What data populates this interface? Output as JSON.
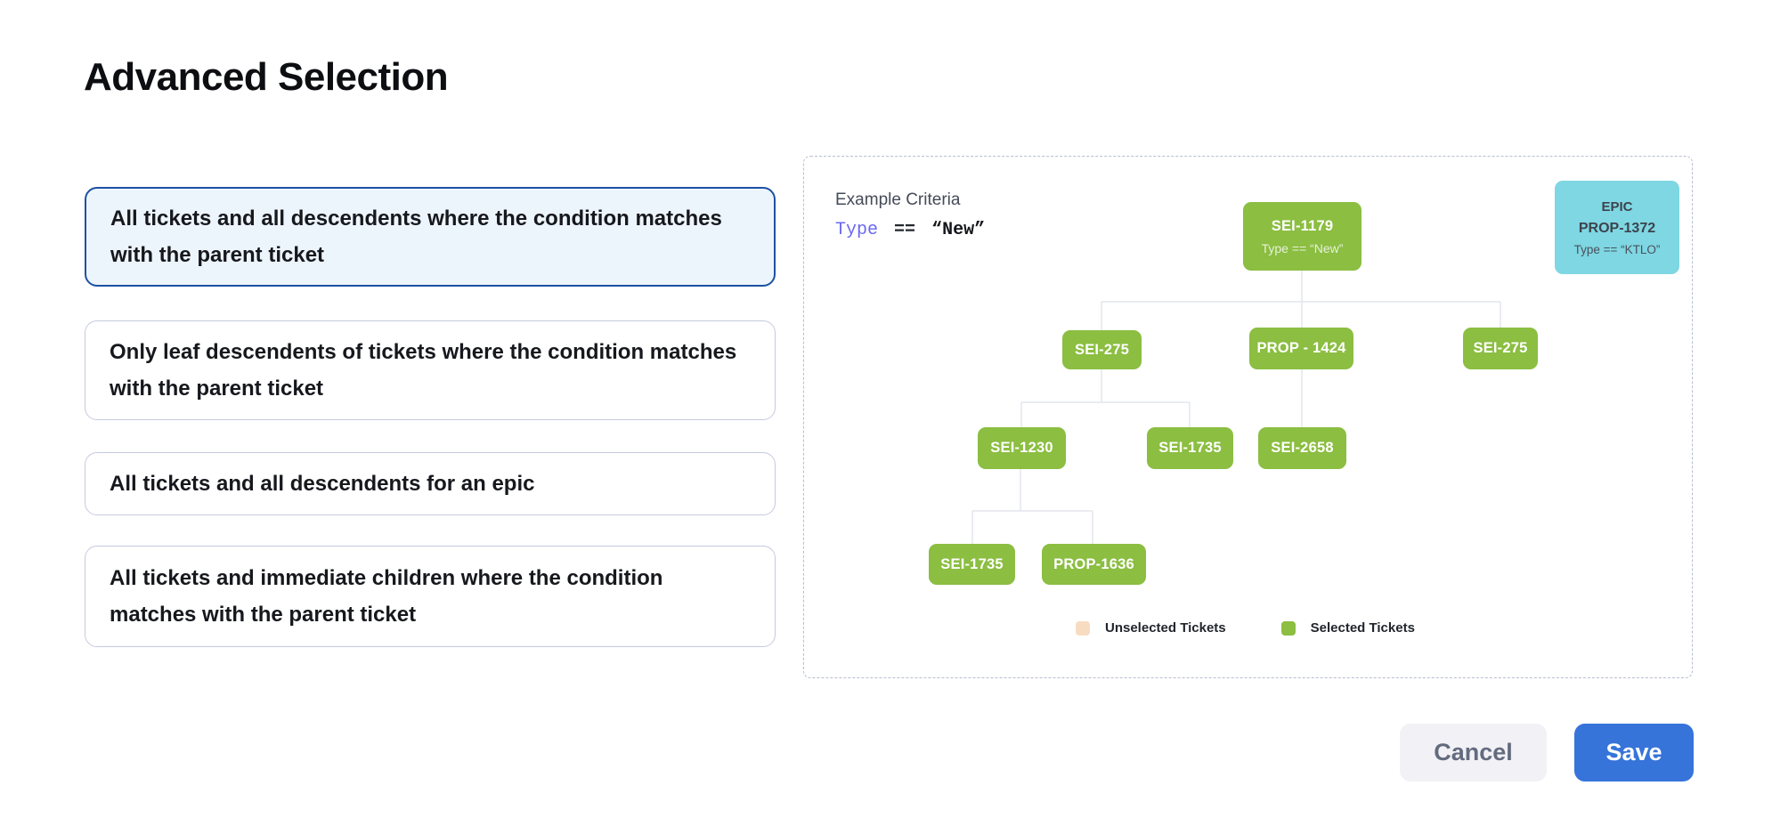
{
  "page": {
    "title": "Advanced Selection"
  },
  "options": [
    {
      "label": "All tickets and all descendents where the condition matches with the parent ticket",
      "selected": true
    },
    {
      "label": "Only leaf descendents of tickets where the condition matches with the parent ticket",
      "selected": false
    },
    {
      "label": "All tickets and all descendents for an epic",
      "selected": false
    },
    {
      "label": "All tickets and immediate children where the condition matches with the parent ticket",
      "selected": false
    }
  ],
  "example_panel": {
    "heading": "Example Criteria",
    "criteria": {
      "field": "Type",
      "operator": "==",
      "value": "“New”"
    },
    "epic_card": {
      "kind": "EPIC",
      "id": "PROP-1372",
      "condition": "Type == “KTLO”"
    },
    "tree": {
      "root": {
        "label": "SEI-1179",
        "condition": "Type == “New”"
      },
      "level2": [
        {
          "label": "SEI-275"
        },
        {
          "label": "PROP - 1424"
        },
        {
          "label": "SEI-275"
        }
      ],
      "level3": [
        {
          "label": "SEI-1230"
        },
        {
          "label": "SEI-1735"
        },
        {
          "label": "SEI-2658"
        }
      ],
      "level4": [
        {
          "label": "SEI-1735"
        },
        {
          "label": "PROP-1636"
        }
      ]
    },
    "legend": [
      {
        "label": "Unselected Tickets",
        "color": "#f8dcc2"
      },
      {
        "label": "Selected Tickets",
        "color": "#8bbe41"
      }
    ]
  },
  "actions": {
    "cancel": "Cancel",
    "save": "Save"
  },
  "colors": {
    "selected_node_green": "#8bbe41",
    "unselected_node_peach": "#f8dcc2",
    "epic_card_cyan": "#7ed7e2",
    "selected_option_border_blue": "#1d51a3",
    "selected_option_background": "#edf5fc",
    "save_button_blue": "#3674da",
    "criteria_field_purple": "#6b68f0",
    "connector_gray": "#e4e6ee"
  }
}
